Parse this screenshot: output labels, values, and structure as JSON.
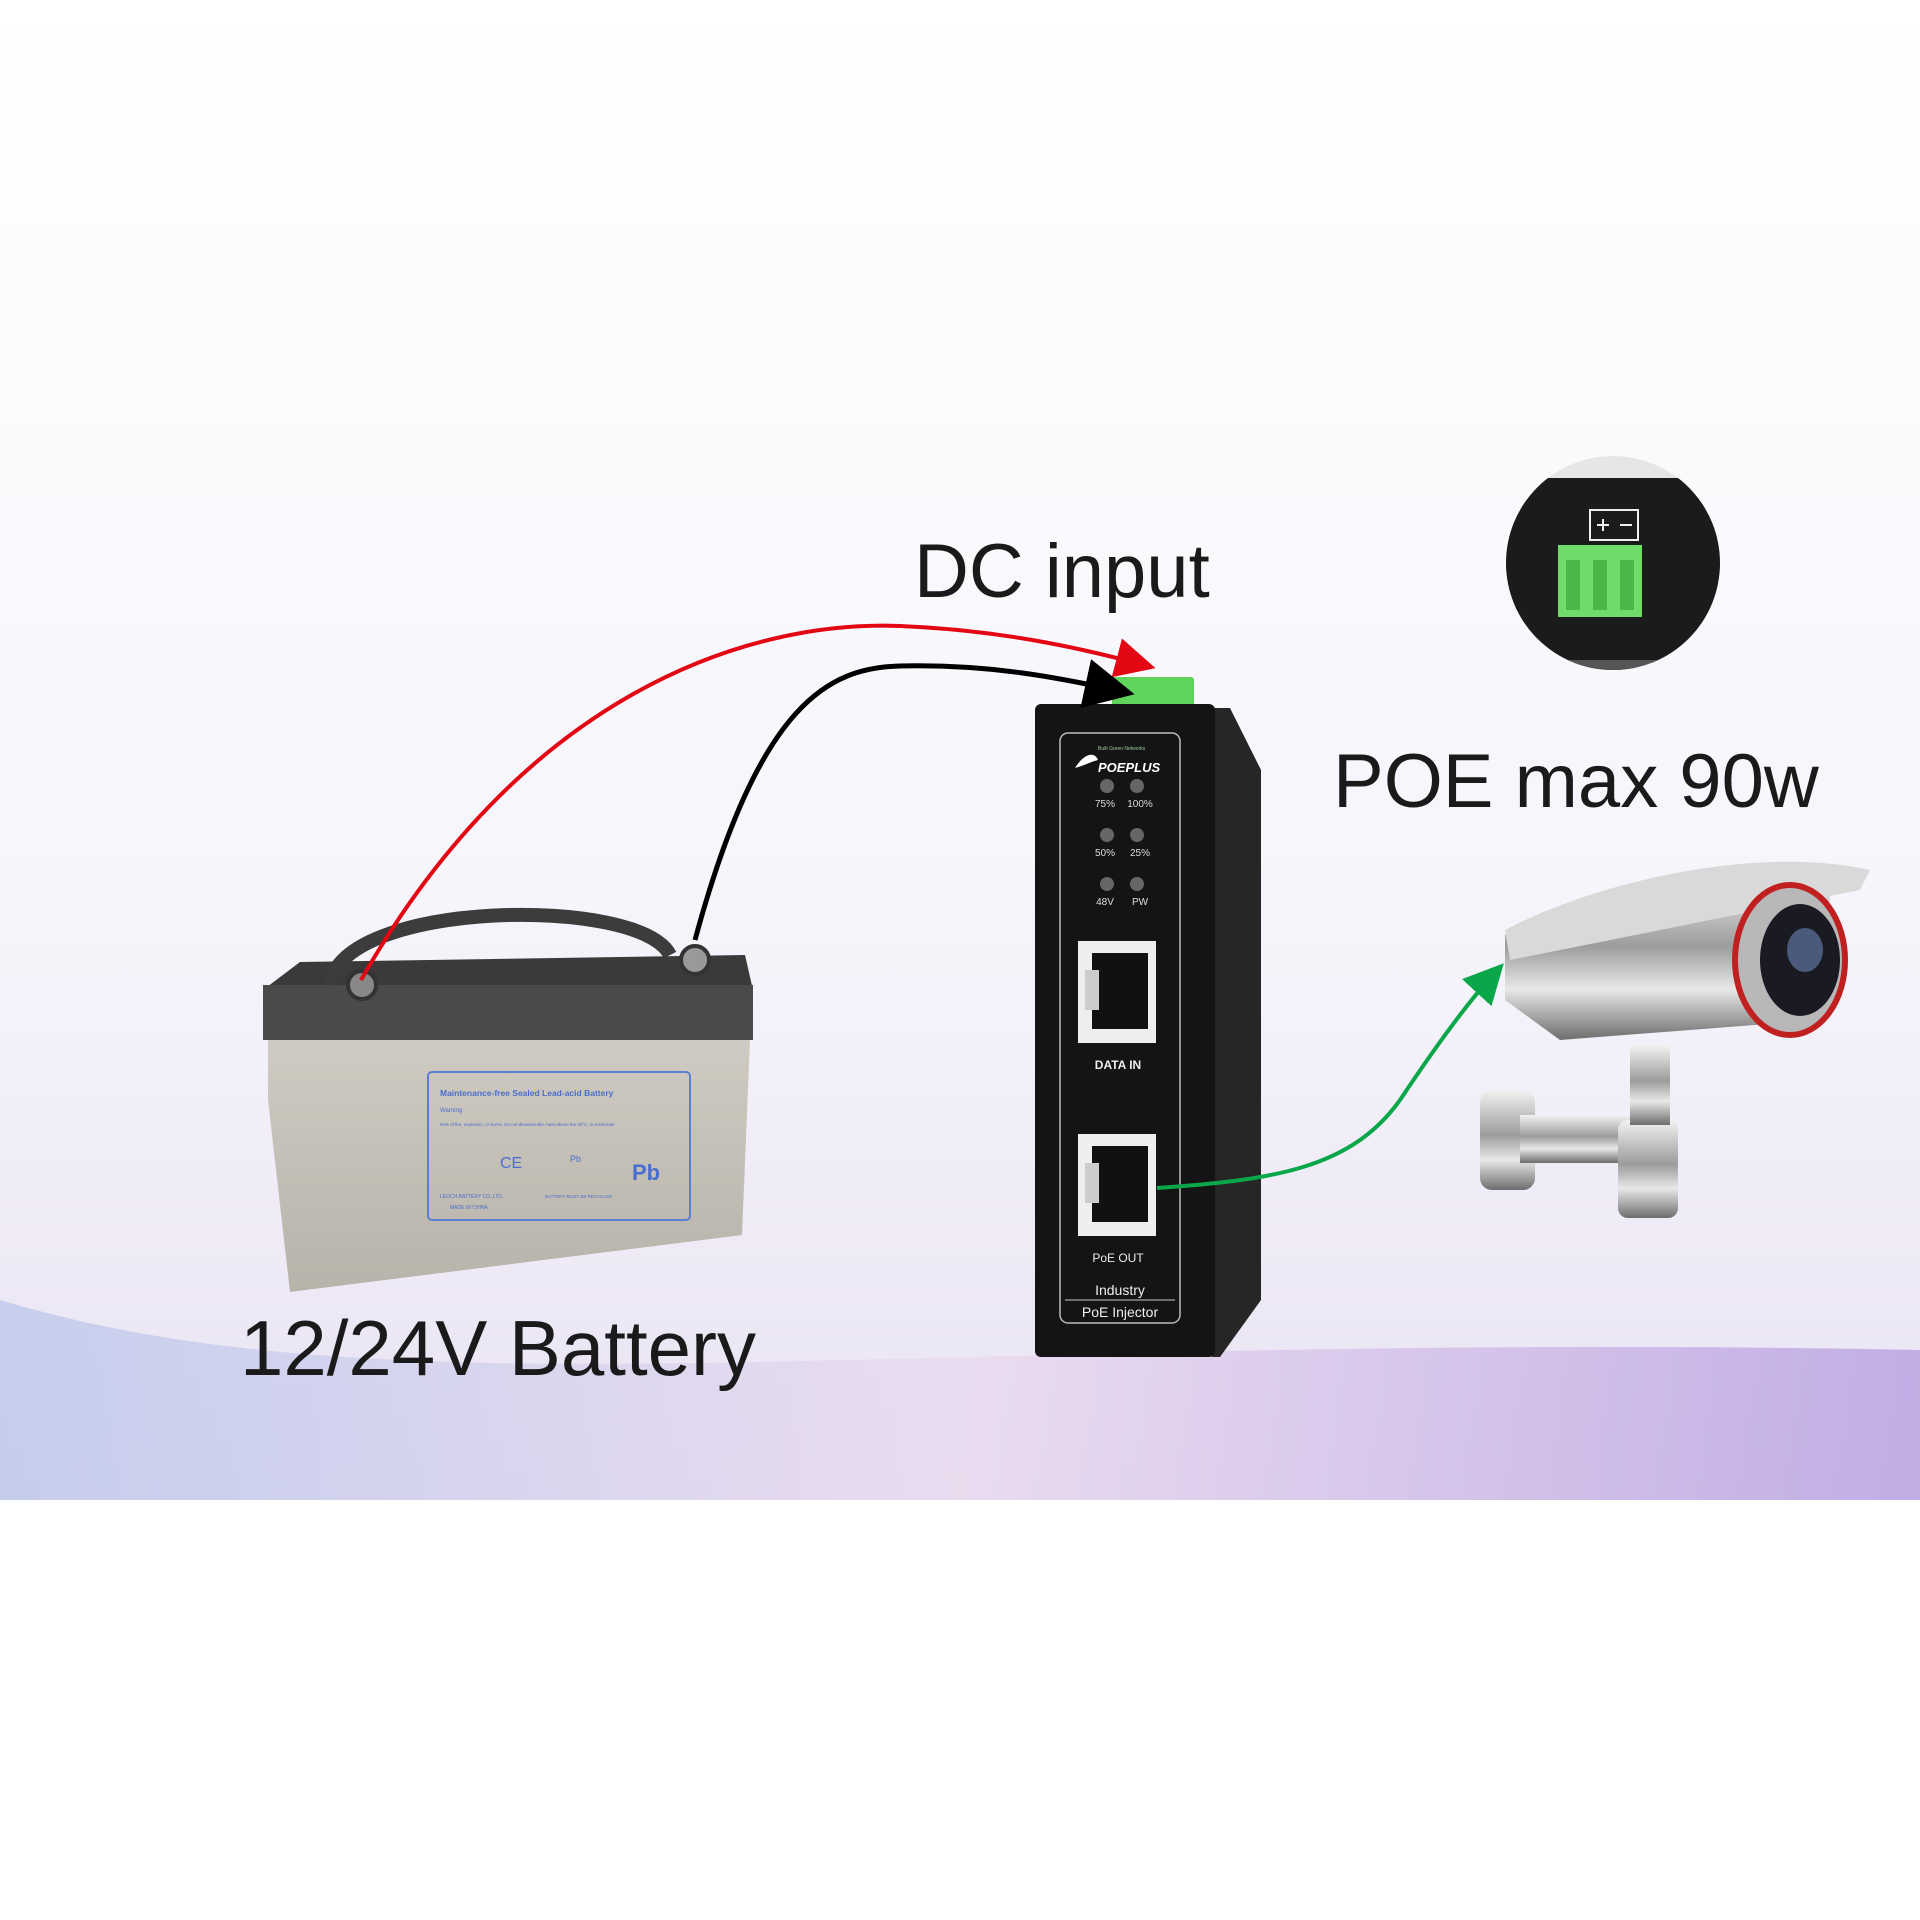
{
  "labels": {
    "dc_input": "DC input",
    "poe_max": "POE max 90w",
    "battery": "12/24V Battery"
  },
  "injector": {
    "brand": "POEPLUS",
    "tagline": "Built Green Networks",
    "leds": [
      "75%",
      "100%",
      "50%",
      "25%",
      "48V",
      "PW"
    ],
    "port_in": "DATA IN",
    "port_out": "PoE OUT",
    "title_line1": "Industry",
    "title_line2": "PoE Injector"
  },
  "battery_label": {
    "heading": "Maintenance-free Sealed Lead-acid Battery",
    "warning": "Warning",
    "warning_text": "Risk of fire, explosion, or burns. Do not disassemble, heat above the 60°C, or incinerate",
    "maker": "LEOCH BATTERY CO.,LTD.",
    "origin": "MADE IN CHINA",
    "recycle": "Pb",
    "recycle_note": "BATTERY MUST BE RECYCLED",
    "pb": "Pb",
    "ce": "CE"
  },
  "colors": {
    "positive_wire": "#e30613",
    "negative_wire": "#000000",
    "poe_wire": "#0aa64a",
    "terminal": "#5fd35a",
    "injector_body": "#141414"
  }
}
